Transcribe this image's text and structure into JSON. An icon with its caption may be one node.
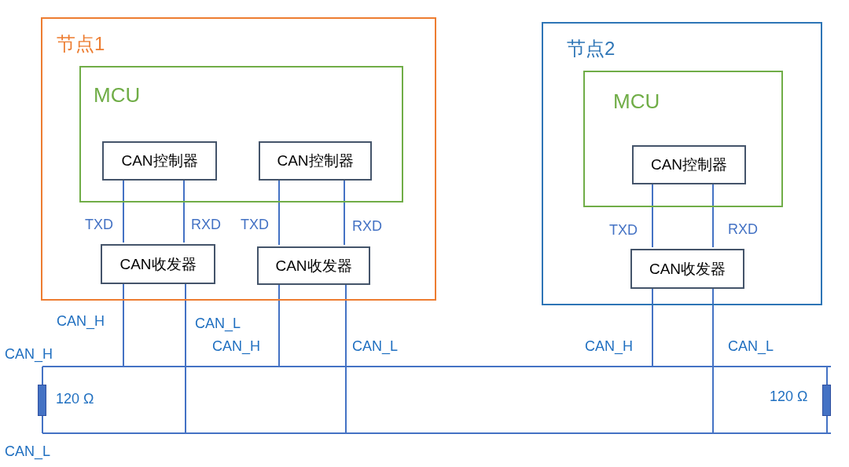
{
  "diagram": {
    "nodes": [
      {
        "text": [
          "节点1"
        ]
      },
      {
        "text": [
          "MCU"
        ],
        "in": 0
      },
      {
        "text": [
          "CAN控制器"
        ],
        "in": 1
      },
      {
        "text": [
          "CAN控制器"
        ],
        "in": 1
      },
      {
        "text": [
          "CAN收发器"
        ],
        "in": 0
      },
      {
        "text": [
          "CAN收发器"
        ],
        "in": 0
      },
      {
        "text": [
          "节点2"
        ]
      },
      {
        "text": [
          "MCU"
        ],
        "in": 6
      },
      {
        "text": [
          "CAN控制器"
        ],
        "in": 7
      },
      {
        "text": [
          "CAN收发器"
        ],
        "in": 6
      },
      {
        "text": [],
        "shape": "line",
        "beside": [
          "CAN_H"
        ]
      },
      {
        "text": [],
        "shape": "line",
        "beside": [
          "CAN_L"
        ]
      },
      {
        "text": [],
        "shape": "box",
        "beside": [
          "120 Ω"
        ]
      },
      {
        "text": [],
        "shape": "box",
        "beside": [
          "120 Ω"
        ]
      }
    ],
    "edges": [
      {
        "from": 2,
        "to": 4,
        "arrow": "none",
        "label": "TXD"
      },
      {
        "from": 2,
        "to": 4,
        "arrow": "none",
        "label": "RXD"
      },
      {
        "from": 3,
        "to": 5,
        "arrow": "none",
        "label": "TXD"
      },
      {
        "from": 3,
        "to": 5,
        "arrow": "none",
        "label": "RXD"
      },
      {
        "from": 8,
        "to": 9,
        "arrow": "none",
        "label": "TXD"
      },
      {
        "from": 8,
        "to": 9,
        "arrow": "none",
        "label": "RXD"
      },
      {
        "from": 4,
        "to": 10,
        "arrow": "none",
        "label": "CAN_H"
      },
      {
        "from": 4,
        "to": 11,
        "arrow": "none",
        "label": "CAN_L"
      },
      {
        "from": 5,
        "to": 10,
        "arrow": "none",
        "label": "CAN_H"
      },
      {
        "from": 5,
        "to": 11,
        "arrow": "none",
        "label": "CAN_L"
      },
      {
        "from": 9,
        "to": 10,
        "arrow": "none",
        "label": "CAN_H"
      },
      {
        "from": 9,
        "to": 11,
        "arrow": "none",
        "label": "CAN_L"
      },
      {
        "from": 12,
        "to": 10,
        "arrow": "none"
      },
      {
        "from": 12,
        "to": 11,
        "arrow": "none"
      },
      {
        "from": 13,
        "to": 10,
        "arrow": "none"
      },
      {
        "from": 13,
        "to": 11,
        "arrow": "none"
      }
    ]
  }
}
